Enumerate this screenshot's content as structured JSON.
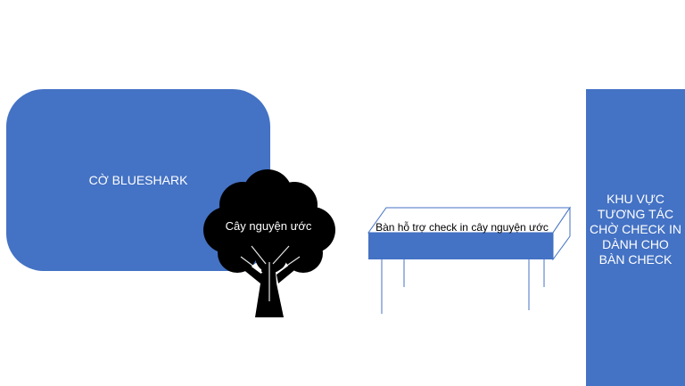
{
  "colors": {
    "shape_fill": "#4472c4",
    "tree_fill": "#000000",
    "background": "#ffffff",
    "outline": "#4472c4"
  },
  "flag": {
    "label": "CỜ BLUESHARK"
  },
  "tree": {
    "icon": "tree-icon",
    "label": "Cây nguyện ước"
  },
  "table": {
    "icon": "table-icon",
    "label": "Bàn hỗ trợ check in cây nguyện ước"
  },
  "zone": {
    "label": "KHU VỰC TƯƠNG TÁC CHỜ CHECK IN DÀNH CHO BÀN CHECK"
  }
}
